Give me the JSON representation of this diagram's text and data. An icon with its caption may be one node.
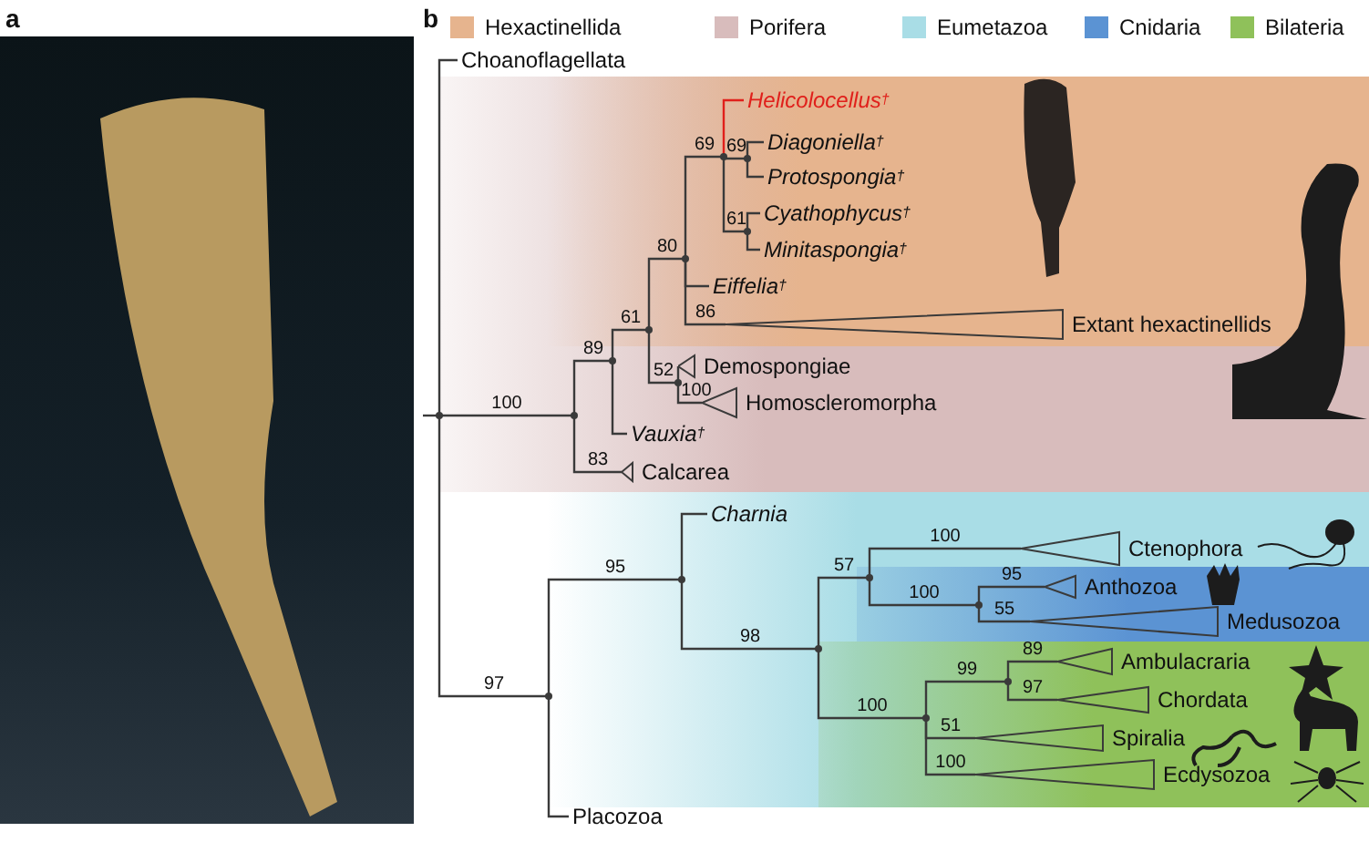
{
  "diagram": {
    "nodes": [
      {
        "text": [
          "Choanoflagellata"
        ]
      },
      {
        "text": [
          "Helicolocellus$^{†}$"
        ]
      },
      {
        "text": [
          "Diagoniella$^{†}$"
        ]
      },
      {
        "text": [
          "Protospongia$^{†}$"
        ]
      },
      {
        "text": [
          "Cyathophycus$^{†}$"
        ]
      },
      {
        "text": [
          "Minitaspongia$^{†}$"
        ]
      },
      {
        "text": [
          "Eiffelia$^{†}$"
        ]
      },
      {
        "text": [
          "Extant hexactinellids"
        ]
      },
      {
        "text": [
          "Demospongiae"
        ]
      },
      {
        "text": [
          "Homoscleromorpha"
        ]
      },
      {
        "text": [
          "Vauxia$^{†}$"
        ]
      },
      {
        "text": [
          "Calcarea"
        ]
      },
      {
        "text": [
          "Charnia"
        ]
      },
      {
        "text": [
          "Ctenophora"
        ]
      },
      {
        "text": [
          "Anthozoa"
        ]
      },
      {
        "text": [
          "Medusozoa"
        ]
      },
      {
        "text": [
          "Ambulacraria"
        ]
      },
      {
        "text": [
          "Chordata"
        ]
      },
      {
        "text": [
          "Spiralia"
        ]
      },
      {
        "text": [
          "Ecdysozoa"
        ]
      },
      {
        "text": [
          "Placozoa"
        ]
      },
      {
        "text": [],
        "shape": "point"
      },
      {
        "text": [],
        "shape": "point"
      },
      {
        "text": [],
        "shape": "point"
      },
      {
        "text": [],
        "shape": "point"
      },
      {
        "text": [],
        "shape": "point"
      },
      {
        "text": [],
        "shape": "point"
      },
      {
        "text": [],
        "shape": "point"
      },
      {
        "text": [],
        "shape": "point"
      },
      {
        "text": [],
        "shape": "point"
      },
      {
        "text": [],
        "shape": "point"
      },
      {
        "text": [],
        "shape": "point"
      },
      {
        "text": [],
        "shape": "point"
      },
      {
        "text": [],
        "shape": "point"
      },
      {
        "text": [],
        "shape": "point"
      },
      {
        "text": [],
        "shape": "point"
      },
      {
        "text": [],
        "shape": "point"
      }
    ],
    "edges": [
      {
        "from": null,
        "to": 21,
        "arrow": "none"
      },
      {
        "from": 21,
        "to": 0,
        "arrow": "none"
      },
      {
        "from": 21,
        "to": 22,
        "arrow": "none",
        "label": "100"
      },
      {
        "from": 21,
        "to": 30,
        "arrow": "none",
        "label": "97"
      },
      {
        "from": 22,
        "to": 23,
        "arrow": "none",
        "label": "89"
      },
      {
        "from": 22,
        "to": 11,
        "arrow": "none",
        "label": "83"
      },
      {
        "from": 23,
        "to": 24,
        "arrow": "none",
        "label": "61"
      },
      {
        "from": 23,
        "to": 10,
        "arrow": "none"
      },
      {
        "from": 24,
        "to": 25,
        "arrow": "none",
        "label": "80"
      },
      {
        "from": 24,
        "to": 29,
        "arrow": "none",
        "label": "52"
      },
      {
        "from": 25,
        "to": 26,
        "arrow": "none",
        "label": "69"
      },
      {
        "from": 25,
        "to": 6,
        "arrow": "none"
      },
      {
        "from": 25,
        "to": 7,
        "arrow": "none",
        "label": "86"
      },
      {
        "from": 26,
        "to": 1,
        "arrow": "none",
        "color": "#e0201b"
      },
      {
        "from": 26,
        "to": 27,
        "arrow": "none",
        "label": "69"
      },
      {
        "from": 26,
        "to": 28,
        "arrow": "none",
        "label": "61"
      },
      {
        "from": 27,
        "to": 2,
        "arrow": "none"
      },
      {
        "from": 27,
        "to": 3,
        "arrow": "none"
      },
      {
        "from": 28,
        "to": 4,
        "arrow": "none"
      },
      {
        "from": 28,
        "to": 5,
        "arrow": "none"
      },
      {
        "from": 29,
        "to": 8,
        "arrow": "none"
      },
      {
        "from": 29,
        "to": 9,
        "arrow": "none",
        "label": "100"
      },
      {
        "from": 30,
        "to": 31,
        "arrow": "none",
        "label": "95"
      },
      {
        "from": 30,
        "to": 20,
        "arrow": "none"
      },
      {
        "from": 31,
        "to": 12,
        "arrow": "none"
      },
      {
        "from": 31,
        "to": 32,
        "arrow": "none",
        "label": "98"
      },
      {
        "from": 32,
        "to": 33,
        "arrow": "none",
        "label": "57"
      },
      {
        "from": 32,
        "to": 35,
        "arrow": "none",
        "label": "100"
      },
      {
        "from": 33,
        "to": 13,
        "arrow": "none",
        "label": "100"
      },
      {
        "from": 33,
        "to": 34,
        "arrow": "none",
        "label": "100"
      },
      {
        "from": 34,
        "to": 14,
        "arrow": "none",
        "label": "95"
      },
      {
        "from": 34,
        "to": 15,
        "arrow": "none",
        "label": "55"
      },
      {
        "from": 35,
        "to": 36,
        "arrow": "none",
        "label": "99"
      },
      {
        "from": 35,
        "to": 18,
        "arrow": "none",
        "label": "51"
      },
      {
        "from": 35,
        "to": 19,
        "arrow": "none",
        "label": "100"
      },
      {
        "from": 36,
        "to": 16,
        "arrow": "none",
        "label": "89"
      },
      {
        "from": 36,
        "to": 17,
        "arrow": "none",
        "label": "97"
      }
    ],
    "labels": [
      "a",
      "b"
    ],
    "legend": [
      {
        "text": "Hexactinellida",
        "color": "#e6b48e"
      },
      {
        "text": "Porifera",
        "color": "#d8bcbc"
      },
      {
        "text": "Eumetazoa",
        "color": "#a9dde6"
      },
      {
        "text": "Cnidaria",
        "color": "#5b93d3"
      },
      {
        "text": "Bilateria",
        "color": "#8fc15a"
      }
    ]
  }
}
